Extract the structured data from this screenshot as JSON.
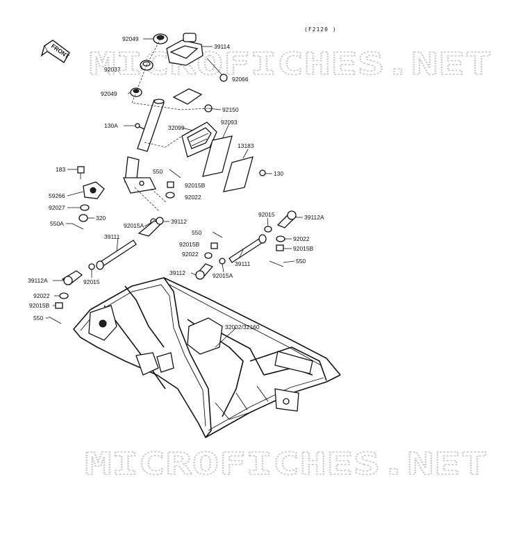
{
  "diagram_code": "(F2120 )",
  "front_arrow_label": "FRONT",
  "watermark_text": "MICROFICHES.NET",
  "part_labels": {
    "p92049_top": "92049",
    "p39114": "39114",
    "p92037": "92037",
    "p92066": "92066",
    "p92049_mid": "92049",
    "p92150": "92150",
    "p130A": "130A",
    "p32099": "32099",
    "p92093": "92093",
    "p13183": "13183",
    "p183": "183",
    "p550_a": "550",
    "p130": "130",
    "p92015B_a": "92015B",
    "p59266": "59266",
    "p92022_a": "92022",
    "p92027": "92027",
    "p320": "320",
    "p550A_a": "550A",
    "p92015A_a": "92015A",
    "p39112_a": "39112",
    "p92015_r": "92015",
    "p39112A_r": "39112A",
    "p550_b": "550",
    "p92015B_b": "92015B",
    "p92022_b": "92022",
    "p92022_r": "92022",
    "p92015B_r": "92015B",
    "p39111_l": "39111",
    "p550_r": "550",
    "p39111_r": "39111",
    "p39112_b": "39112",
    "p92015A_b": "92015A",
    "p39112A_l": "39112A",
    "p92015_l": "92015",
    "p92022_c": "92022",
    "p92015B_c": "92015B",
    "p550_c": "550",
    "p32002": "32002/32160"
  },
  "colors": {
    "ink": "#111111",
    "watermark": "#c8c8c8",
    "paper": "#ffffff"
  }
}
